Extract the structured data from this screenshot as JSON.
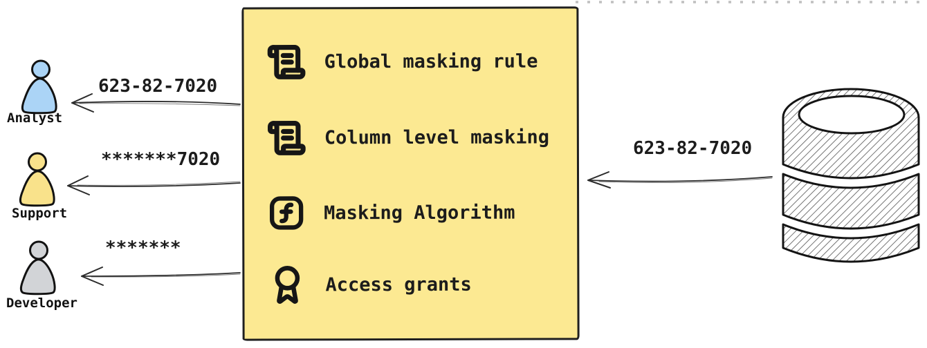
{
  "canvas": {
    "background": "#ffffff"
  },
  "personas": [
    {
      "name": "Analyst",
      "received_value": "623-82-7020",
      "color": "#abd4f6",
      "icon": "user-icon"
    },
    {
      "name": "Support",
      "received_value": "*******7020",
      "color": "#f9e28b",
      "icon": "user-icon"
    },
    {
      "name": "Developer",
      "received_value": "*******",
      "color": "#d2d4d7",
      "icon": "user-icon"
    }
  ],
  "masking_box": {
    "background": "#fce992",
    "border_color": "#1f1f1f",
    "items": [
      {
        "label": "Global masking rule",
        "icon": "scroll-text-icon"
      },
      {
        "label": "Column level masking",
        "icon": "scroll-text-icon"
      },
      {
        "label": "Masking Algorithm",
        "icon": "square-function-icon"
      },
      {
        "label": "Access grants",
        "icon": "award-icon"
      }
    ]
  },
  "database": {
    "outgoing_value": "623-82-7020",
    "icon": "database-icon"
  }
}
